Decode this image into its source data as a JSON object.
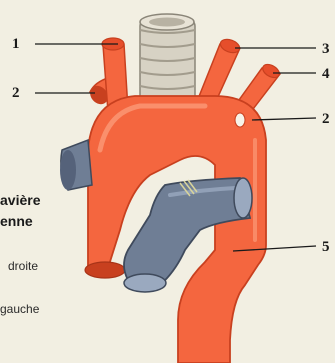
{
  "labels": {
    "l1": "1",
    "l2_left": "2",
    "l3": "3",
    "l4": "4",
    "l2_right": "2",
    "l5": "5"
  },
  "side_text": {
    "line1": "avière",
    "line2": "enne",
    "line3": "droite",
    "line4": "gauche"
  },
  "colors": {
    "artery": "#f4663f",
    "artery_dark": "#c8401f",
    "artery_light": "#fb9a78",
    "vein": "#6f7e95",
    "vein_dark": "#3f4a5c",
    "vein_light": "#9aa9bf",
    "trachea": "#d7d2c4",
    "background": "#f2efe2"
  }
}
